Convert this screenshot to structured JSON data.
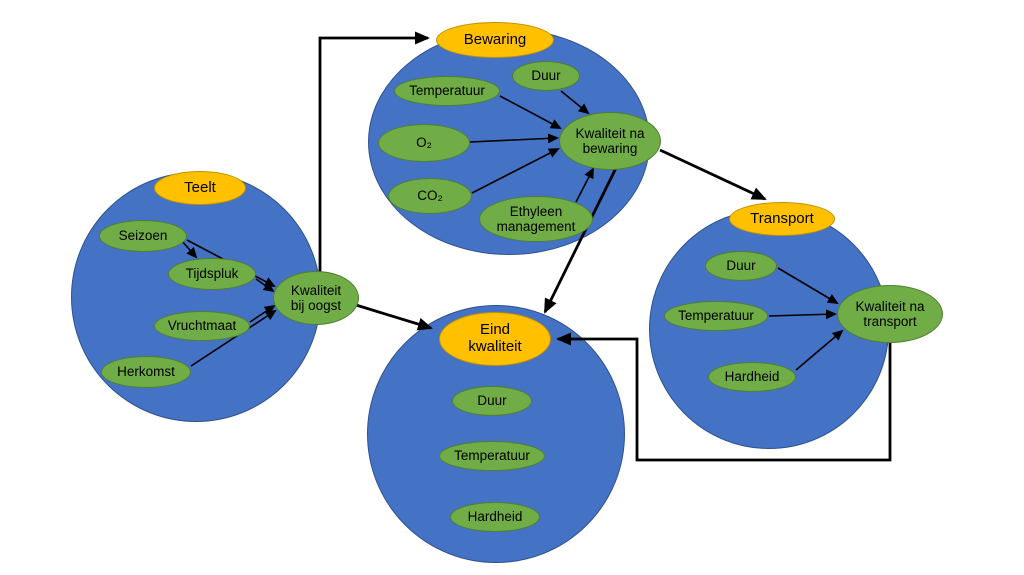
{
  "diagram": {
    "colors": {
      "cluster_fill": "#4472C4",
      "cluster_border": "#2F528F",
      "node_fill": "#70AD47",
      "node_border": "#507E32",
      "title_fill": "#FFC000",
      "title_border": "#BF9000",
      "arrow": "#000000",
      "background": "#FFFFFF"
    },
    "clusters": [
      {
        "id": "teelt",
        "title": "Teelt",
        "nodes": [
          {
            "label": "Seizoen"
          },
          {
            "label": "Tijdspluk"
          },
          {
            "label": "Vruchtmaat"
          },
          {
            "label": "Herkomst"
          },
          {
            "label": "Kwaliteit bij oogst"
          }
        ]
      },
      {
        "id": "bewaring",
        "title": "Bewaring",
        "nodes": [
          {
            "label": "Temperatuur"
          },
          {
            "label": "Duur"
          },
          {
            "label": "O₂"
          },
          {
            "label": "CO₂"
          },
          {
            "label": "Ethyleen management"
          },
          {
            "label": "Kwaliteit na bewaring"
          }
        ]
      },
      {
        "id": "transport",
        "title": "Transport",
        "nodes": [
          {
            "label": "Duur"
          },
          {
            "label": "Temperatuur"
          },
          {
            "label": "Hardheid"
          },
          {
            "label": "Kwaliteit na transport"
          }
        ]
      },
      {
        "id": "eind",
        "title": "Eind kwaliteit",
        "nodes": [
          {
            "label": "Duur"
          },
          {
            "label": "Temperatuur"
          },
          {
            "label": "Hardheid"
          }
        ]
      }
    ],
    "edges": [
      {
        "from": "Seizoen",
        "to": "Tijdspluk",
        "cluster": "Teelt"
      },
      {
        "from": "Seizoen",
        "to": "Kwaliteit bij oogst",
        "cluster": "Teelt"
      },
      {
        "from": "Tijdspluk",
        "to": "Kwaliteit bij oogst",
        "cluster": "Teelt"
      },
      {
        "from": "Vruchtmaat",
        "to": "Kwaliteit bij oogst",
        "cluster": "Teelt"
      },
      {
        "from": "Herkomst",
        "to": "Kwaliteit bij oogst",
        "cluster": "Teelt"
      },
      {
        "from": "Temperatuur",
        "to": "Kwaliteit na bewaring",
        "cluster": "Bewaring"
      },
      {
        "from": "Duur",
        "to": "Kwaliteit na bewaring",
        "cluster": "Bewaring"
      },
      {
        "from": "O₂",
        "to": "Kwaliteit na bewaring",
        "cluster": "Bewaring"
      },
      {
        "from": "CO₂",
        "to": "Kwaliteit na bewaring",
        "cluster": "Bewaring"
      },
      {
        "from": "Ethyleen management",
        "to": "Kwaliteit na bewaring",
        "cluster": "Bewaring"
      },
      {
        "from": "Duur",
        "to": "Kwaliteit na transport",
        "cluster": "Transport"
      },
      {
        "from": "Temperatuur",
        "to": "Kwaliteit na transport",
        "cluster": "Transport"
      },
      {
        "from": "Hardheid",
        "to": "Kwaliteit na transport",
        "cluster": "Transport"
      },
      {
        "from": "Kwaliteit bij oogst",
        "to": "Bewaring"
      },
      {
        "from": "Kwaliteit bij oogst",
        "to": "Eind kwaliteit"
      },
      {
        "from": "Kwaliteit na bewaring",
        "to": "Transport"
      },
      {
        "from": "Kwaliteit na bewaring",
        "to": "Eind kwaliteit"
      },
      {
        "from": "Kwaliteit na transport",
        "to": "Eind kwaliteit"
      }
    ]
  }
}
